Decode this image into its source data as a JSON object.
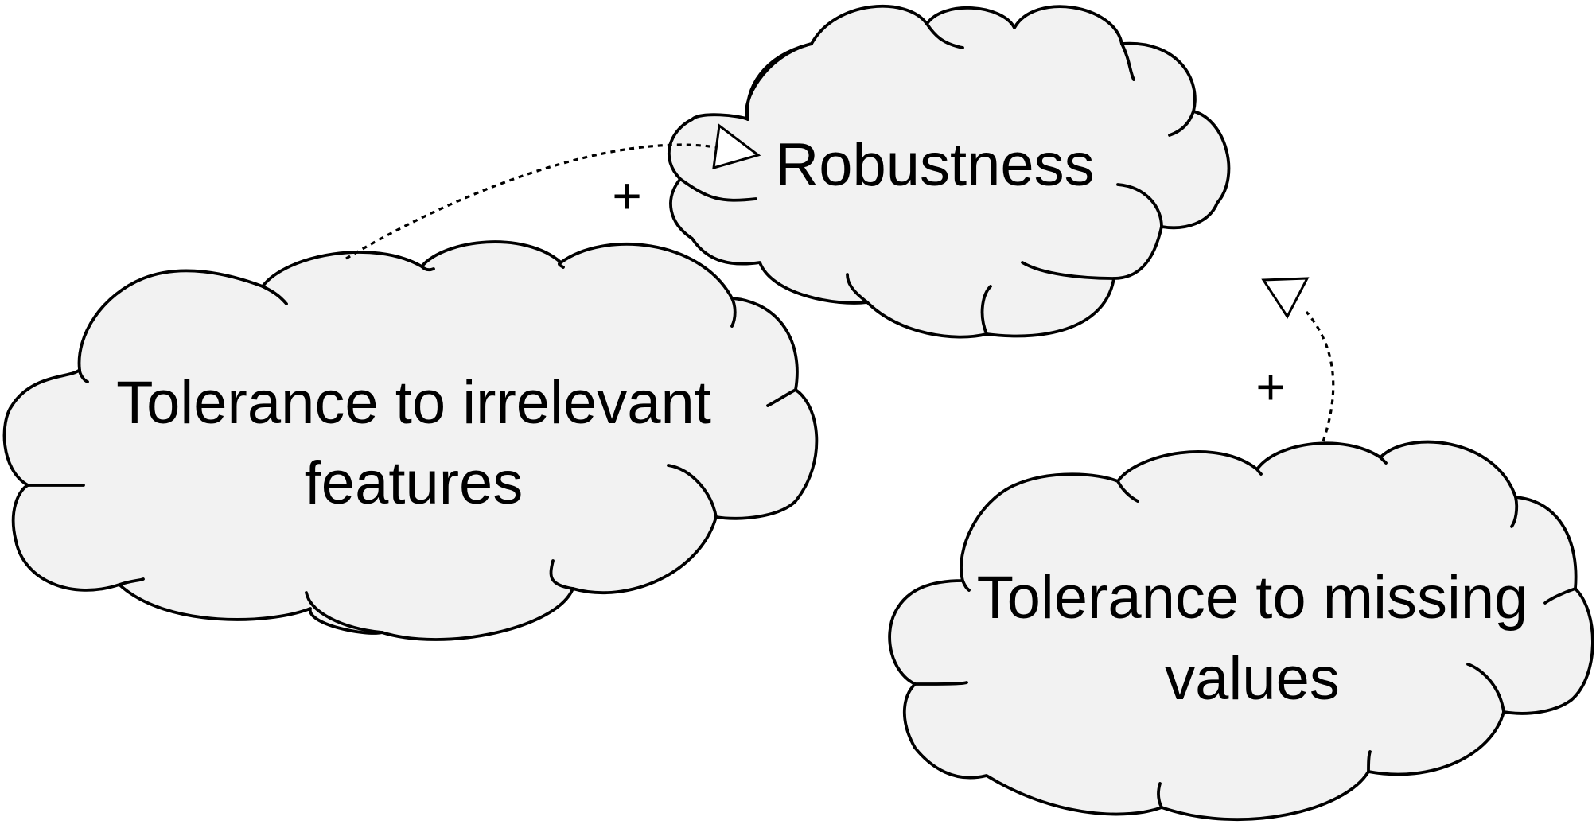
{
  "diagram": {
    "nodes": {
      "robustness": {
        "label": "Robustness"
      },
      "irrelevant": {
        "line1": "Tolerance to irrelevant",
        "line2": "features"
      },
      "missing": {
        "line1": "Tolerance to missing",
        "line2": "values"
      }
    },
    "edges": {
      "irrelevant_to_robustness": {
        "sign": "+"
      },
      "missing_to_robustness": {
        "sign": "+"
      }
    }
  }
}
